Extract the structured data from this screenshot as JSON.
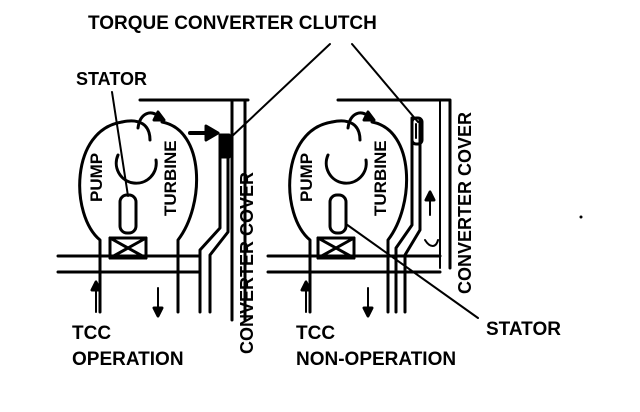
{
  "diagram": {
    "title": "TORQUE CONVERTER CLUTCH",
    "left": {
      "stator": "STATOR",
      "pump": "PUMP",
      "turbine": "TURBINE",
      "cover": "CONVERTER COVER",
      "mode_line1": "TCC",
      "mode_line2": "OPERATION"
    },
    "right": {
      "pump": "PUMP",
      "turbine": "TURBINE",
      "cover": "CONVERTER COVER",
      "stator": "STATOR",
      "mode_line1": "TCC",
      "mode_line2": "NON-OPERATION"
    }
  }
}
